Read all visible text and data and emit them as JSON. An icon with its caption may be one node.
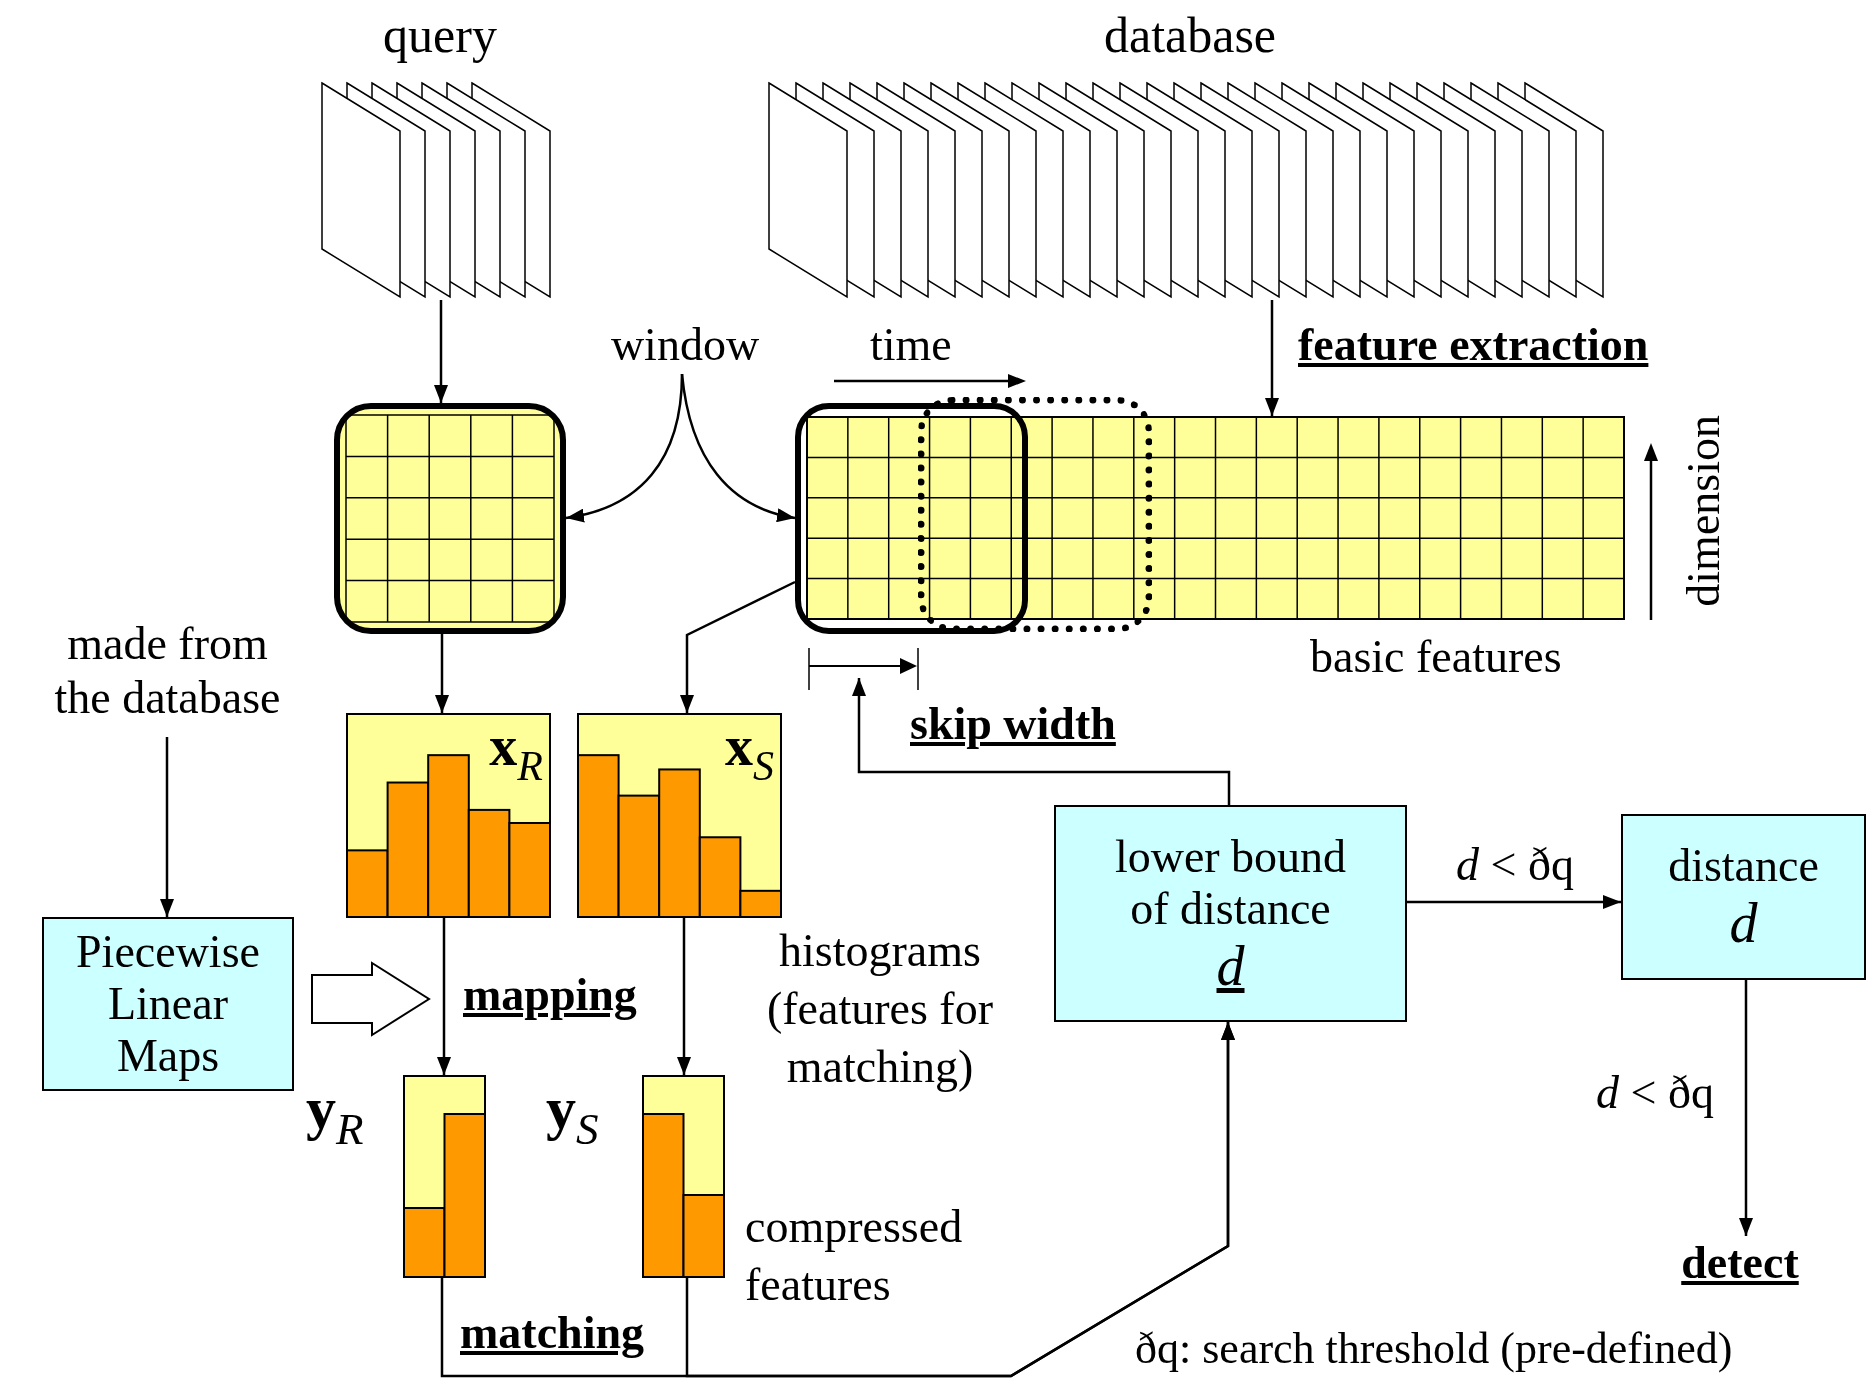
{
  "diagram": {
    "nodes": [
      {
        "text": [
          "query"
        ]
      },
      {
        "text": [
          "database"
        ]
      },
      {
        "text": [
          "window"
        ]
      },
      {
        "text": [],
        "shape": "box"
      },
      {
        "text": [],
        "shape": "box",
        "beside": [
          "basic features"
        ]
      },
      {
        "text": [],
        "shape": "box"
      },
      {
        "text": [],
        "shape": "box"
      },
      {
        "text": [
          "**x**$_{R}$"
        ]
      },
      {
        "text": [
          "**x**$_{S}$"
        ]
      },
      {
        "text": [
          "made from the database"
        ]
      },
      {
        "text": [
          "Piecewise Linear Maps"
        ]
      },
      {
        "text": [
          "**y**$_{R}$"
        ]
      },
      {
        "text": [
          "**y**$_{S}$"
        ]
      },
      {
        "text": [
          "lower bound of distance",
          "d"
        ]
      },
      {
        "text": [
          "distance",
          "d"
        ]
      },
      {
        "text": [
          "detect"
        ]
      }
    ],
    "edges": [
      {
        "from": 0,
        "to": 3,
        "arrow": "to"
      },
      {
        "from": 1,
        "to": 4,
        "arrow": "to",
        "label": "feature extraction"
      },
      {
        "from": 2,
        "to": 3,
        "arrow": "to"
      },
      {
        "from": 2,
        "to": 5,
        "arrow": "to"
      },
      {
        "from": 3,
        "to": 7,
        "arrow": "to"
      },
      {
        "from": 5,
        "to": 8,
        "arrow": "to"
      },
      {
        "from": 7,
        "to": 11,
        "arrow": "to"
      },
      {
        "from": 8,
        "to": 12,
        "arrow": "to"
      },
      {
        "from": 9,
        "to": 10,
        "arrow": "to"
      },
      {
        "from": 10,
        "to": null,
        "arrow": "to"
      },
      {
        "from": 11,
        "to": 13,
        "arrow": "to"
      },
      {
        "from": 12,
        "to": 13,
        "arrow": "to"
      },
      {
        "from": 13,
        "to": 5,
        "arrow": "to"
      },
      {
        "from": 13,
        "to": 14,
        "arrow": "to",
        "label": "*d* < ðq"
      },
      {
        "from": 14,
        "to": 15,
        "arrow": "to",
        "label": "*d* < ðq"
      }
    ],
    "labels": [
      "time",
      "dimension",
      "skip width",
      "mapping",
      "histograms (features for matching)",
      "compressed features",
      "matching",
      "ðq: search threshold (pre-defined)"
    ]
  }
}
